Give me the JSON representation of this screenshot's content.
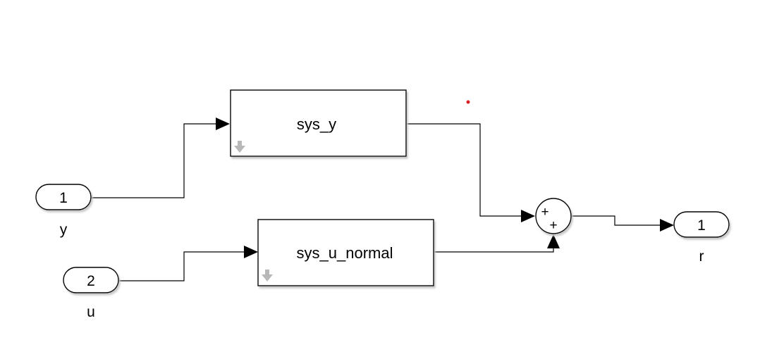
{
  "diagram": {
    "inports": [
      {
        "number": "1",
        "name": "y"
      },
      {
        "number": "2",
        "name": "u"
      }
    ],
    "blocks": [
      {
        "label": "sys_y",
        "icon": "down-arrow-icon"
      },
      {
        "label": "sys_u_normal",
        "icon": "down-arrow-icon"
      }
    ],
    "sum": {
      "signs": [
        "+",
        "+"
      ]
    },
    "outports": [
      {
        "number": "1",
        "name": "r"
      }
    ],
    "colors": {
      "line": "#000000",
      "block_border": "#000000",
      "shadow": "#c8c8c8",
      "marker": "#e02020",
      "mask_icon": "#b8b8b8"
    }
  }
}
